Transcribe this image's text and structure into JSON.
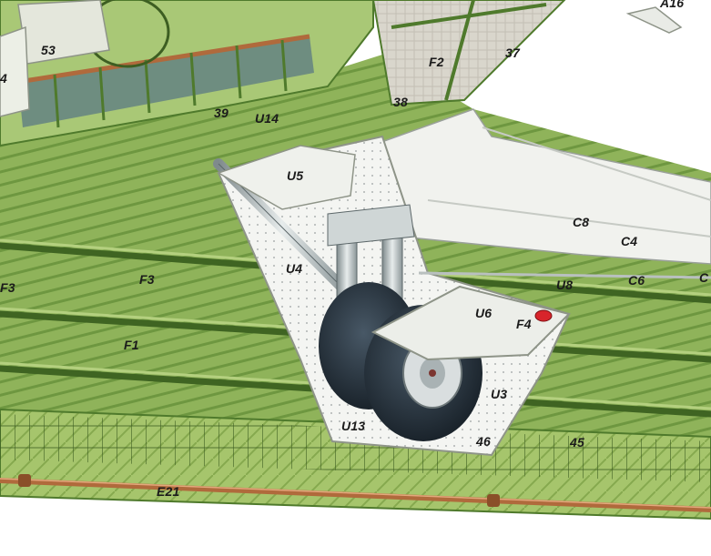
{
  "labels": {
    "a16": "A16",
    "n53": "53",
    "f2": "F2",
    "n37": "37",
    "n38": "38",
    "n39": "39",
    "u14": "U14",
    "u5": "U5",
    "c8": "C8",
    "c4": "C4",
    "u4": "U4",
    "f3_left": "F3",
    "f3": "F3",
    "u8": "U8",
    "c6": "C6",
    "c_edge": "C",
    "u6": "U6",
    "f4": "F4",
    "f1": "F1",
    "u3": "U3",
    "u13": "U13",
    "n46": "46",
    "n45": "45",
    "e21": "E21",
    "n4_edge": "4"
  },
  "colors": {
    "structure_green": "#8fb35a",
    "structure_dark": "#4f7a2c",
    "panel_white": "#f4f5f2",
    "tyre_dark": "#1f2a33",
    "copper_pipe": "#b06a3c",
    "indicator_red": "#d8242b"
  }
}
